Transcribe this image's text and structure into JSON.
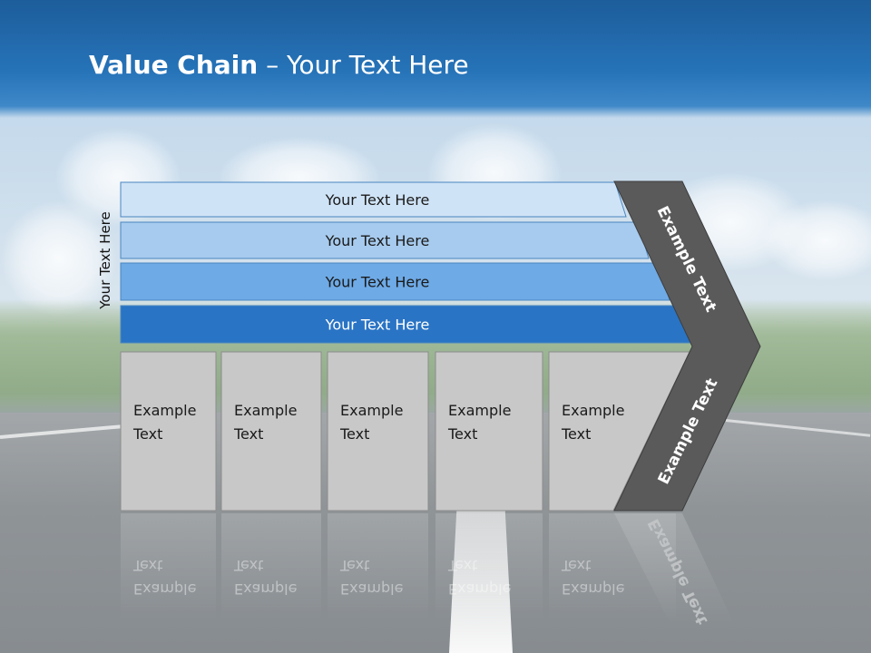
{
  "title": {
    "bold": "Value Chain",
    "rest": " – Your Text Here"
  },
  "side_label": "Your Text Here",
  "rows": [
    {
      "label": "Your Text Here",
      "color": "#cfe3f6",
      "text_color": "#1a1a1a"
    },
    {
      "label": "Your Text Here",
      "color": "#a7cbee",
      "text_color": "#1a1a1a"
    },
    {
      "label": "Your Text Here",
      "color": "#6eaae6",
      "text_color": "#1a1a1a"
    },
    {
      "label": "Your Text Here",
      "color": "#2a74c5",
      "text_color": "#ffffff"
    }
  ],
  "columns": [
    {
      "line1": "Example",
      "line2": "Text"
    },
    {
      "line1": "Example",
      "line2": "Text"
    },
    {
      "line1": "Example",
      "line2": "Text"
    },
    {
      "line1": "Example",
      "line2": "Text"
    },
    {
      "line1": "Example",
      "line2": "Text"
    }
  ],
  "chevron": {
    "upper": "Example Text",
    "lower": "Example Text",
    "color": "#5a5a5a"
  },
  "box_color": "#c8c8c8"
}
